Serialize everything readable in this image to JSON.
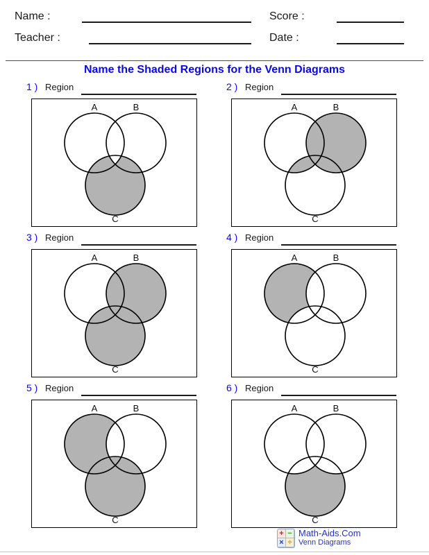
{
  "header": {
    "name_label": "Name :",
    "teacher_label": "Teacher :",
    "score_label": "Score :",
    "date_label": "Date :",
    "title": "Name the Shaded Regions for the Venn Diagrams"
  },
  "colors": {
    "shade": "#b3b3b3",
    "accent_blue": "#0808f0",
    "ink": "#1a1a1a"
  },
  "problems": [
    {
      "number": "1 )",
      "prompt": "Region",
      "set_labels": {
        "A": "A",
        "B": "B",
        "C": "C"
      },
      "shaded_regions": [
        "C only",
        "A∩C only",
        "B∩C only"
      ],
      "paint": [
        {
          "action": "fill",
          "sets": [
            "C"
          ]
        },
        {
          "action": "erase",
          "sets": [
            "A",
            "B"
          ]
        }
      ]
    },
    {
      "number": "2 )",
      "prompt": "Region",
      "set_labels": {
        "A": "A",
        "B": "B",
        "C": "C"
      },
      "shaded_regions": [
        "B only",
        "A∩B only",
        "B∩C only",
        "A∩B∩C",
        "A∩C only"
      ],
      "paint": [
        {
          "action": "fill",
          "sets": [
            "B"
          ]
        },
        {
          "action": "fill",
          "sets": [
            "A",
            "C"
          ]
        }
      ]
    },
    {
      "number": "3 )",
      "prompt": "Region",
      "set_labels": {
        "A": "A",
        "B": "B",
        "C": "C"
      },
      "shaded_regions": [
        "B only",
        "C only",
        "A∩B only",
        "A∩C only",
        "B∩C only",
        "A∩B∩C"
      ],
      "paint": [
        {
          "action": "fill",
          "sets": [
            "B"
          ]
        },
        {
          "action": "fill",
          "sets": [
            "C"
          ]
        }
      ]
    },
    {
      "number": "4 )",
      "prompt": "Region",
      "set_labels": {
        "A": "A",
        "B": "B",
        "C": "C"
      },
      "shaded_regions": [
        "A only"
      ],
      "paint": [
        {
          "action": "fill",
          "sets": [
            "A"
          ]
        },
        {
          "action": "erase",
          "sets": [
            "B"
          ]
        },
        {
          "action": "erase",
          "sets": [
            "C"
          ]
        }
      ]
    },
    {
      "number": "5 )",
      "prompt": "Region",
      "set_labels": {
        "A": "A",
        "B": "B",
        "C": "C"
      },
      "shaded_regions": [
        "A only",
        "A∩C only",
        "C only",
        "B∩C only",
        "A∩B∩C"
      ],
      "paint": [
        {
          "action": "fill",
          "sets": [
            "A"
          ]
        },
        {
          "action": "erase",
          "sets": [
            "B"
          ]
        },
        {
          "action": "fill",
          "sets": [
            "C"
          ]
        }
      ]
    },
    {
      "number": "6 )",
      "prompt": "Region",
      "set_labels": {
        "A": "A",
        "B": "B",
        "C": "C"
      },
      "shaded_regions": [
        "C only"
      ],
      "paint": [
        {
          "action": "fill",
          "sets": [
            "C"
          ]
        },
        {
          "action": "erase",
          "sets": [
            "A"
          ]
        },
        {
          "action": "erase",
          "sets": [
            "B"
          ]
        }
      ]
    }
  ],
  "footer": {
    "site": "Math-Aids.Com",
    "subject": "Venn Diagrams",
    "logo_cells": [
      {
        "glyph": "+",
        "color": "#cc2222",
        "bg": "#f8e6e2"
      },
      {
        "glyph": "−",
        "color": "#2f9e2f",
        "bg": "#e9f4e2"
      },
      {
        "glyph": "×",
        "color": "#1f3fae",
        "bg": "#e4ecf7"
      },
      {
        "glyph": "÷",
        "color": "#cf8a1e",
        "bg": "#f7efcf"
      }
    ]
  }
}
